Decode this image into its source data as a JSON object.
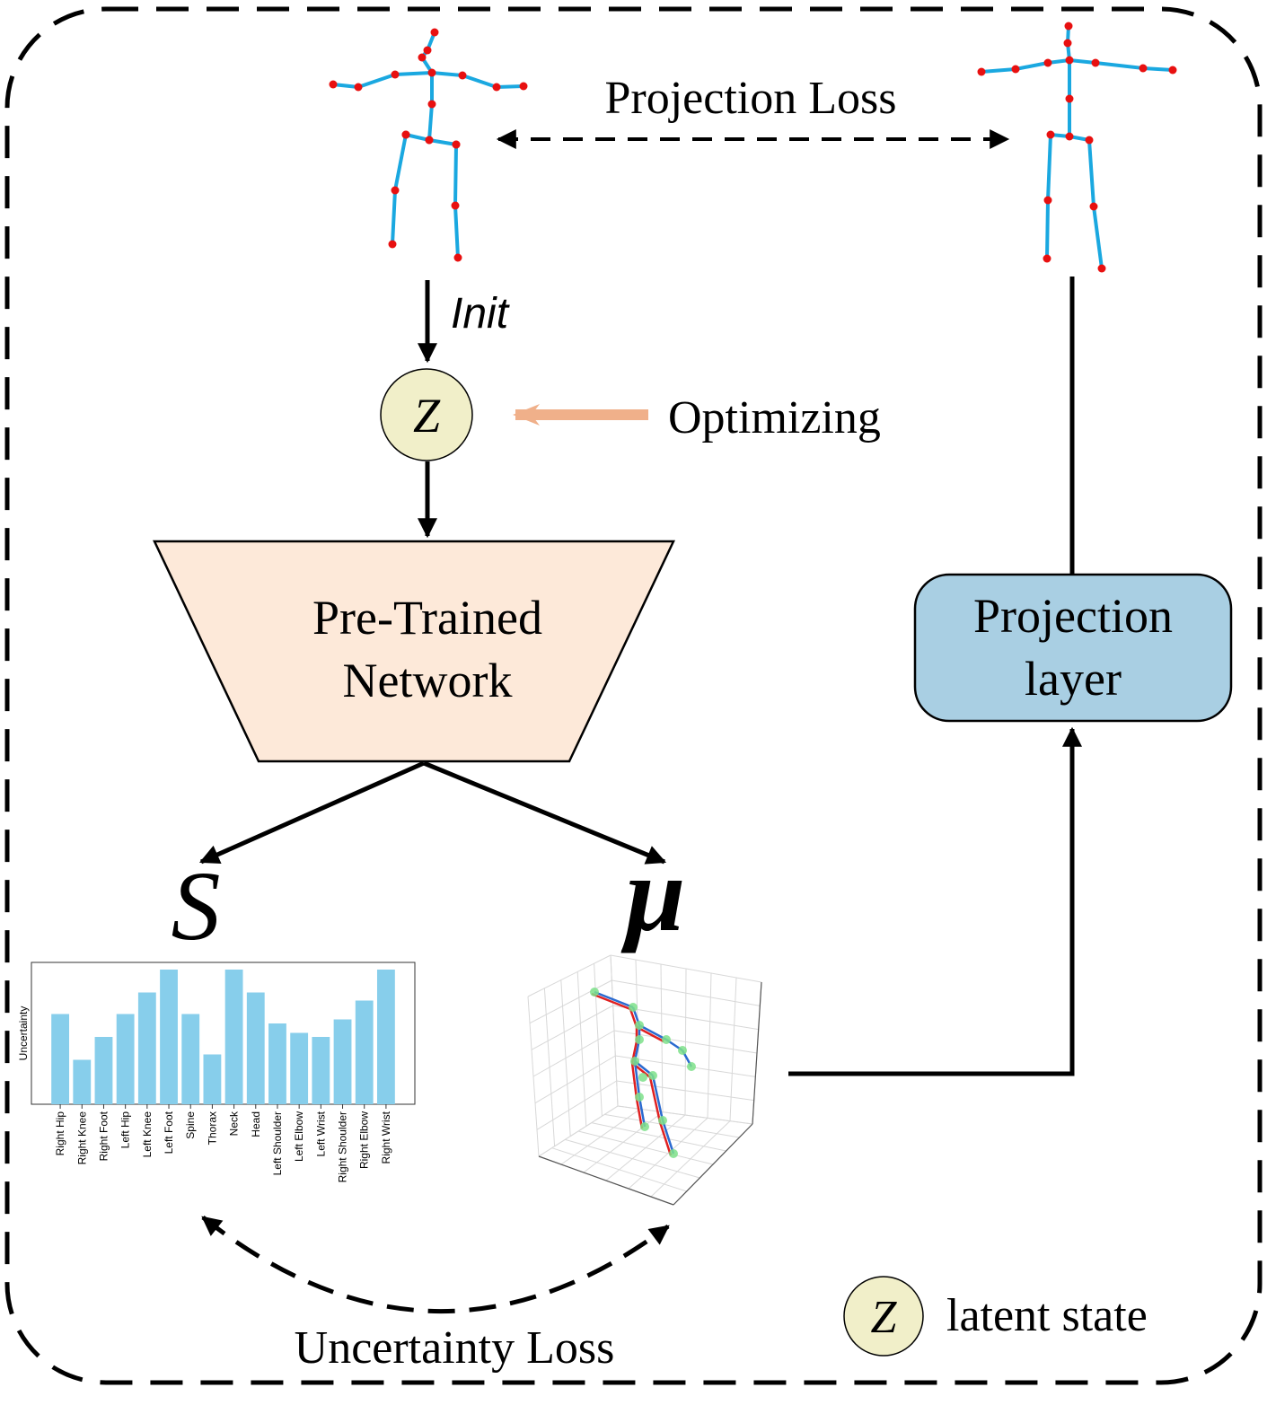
{
  "labels": {
    "projection_loss": "Projection Loss",
    "init": "Init",
    "latent_symbol": "Z",
    "optimizing": "Optimizing",
    "network_line1": "Pre-Trained",
    "network_line2": "Network",
    "projection_line1": "Projection",
    "projection_line2": "layer",
    "sigma_symbol": "S",
    "mu_symbol": "μ",
    "uncertainty_loss": "Uncertainty Loss",
    "legend_text": "latent state"
  },
  "colors": {
    "network_fill": "#fde9d9",
    "projection_fill": "#a9cfe3",
    "latent_fill": "#f1efc9",
    "optimizing_arrow": "#f0b08a",
    "skeleton_bone": "#1aa8e0",
    "skeleton_joint": "#e81010",
    "bar_fill": "#87ceeb"
  },
  "chart_data": {
    "type": "bar",
    "ylabel": "Uncertainty",
    "categories": [
      "Right Hip",
      "Right Knee",
      "Right Foot",
      "Left Hip",
      "Left Knee",
      "Left Foot",
      "Spine",
      "Thorax",
      "Neck",
      "Head",
      "Left Shoulder",
      "Left Elbow",
      "Left Wrist",
      "Right Shoulder",
      "Right Elbow",
      "Right Wrist"
    ],
    "values": [
      0.67,
      0.33,
      0.5,
      0.67,
      0.83,
      1.0,
      0.67,
      0.37,
      1.0,
      0.83,
      0.6,
      0.53,
      0.5,
      0.63,
      0.77,
      1.0
    ],
    "ylim": [
      0,
      1
    ]
  }
}
